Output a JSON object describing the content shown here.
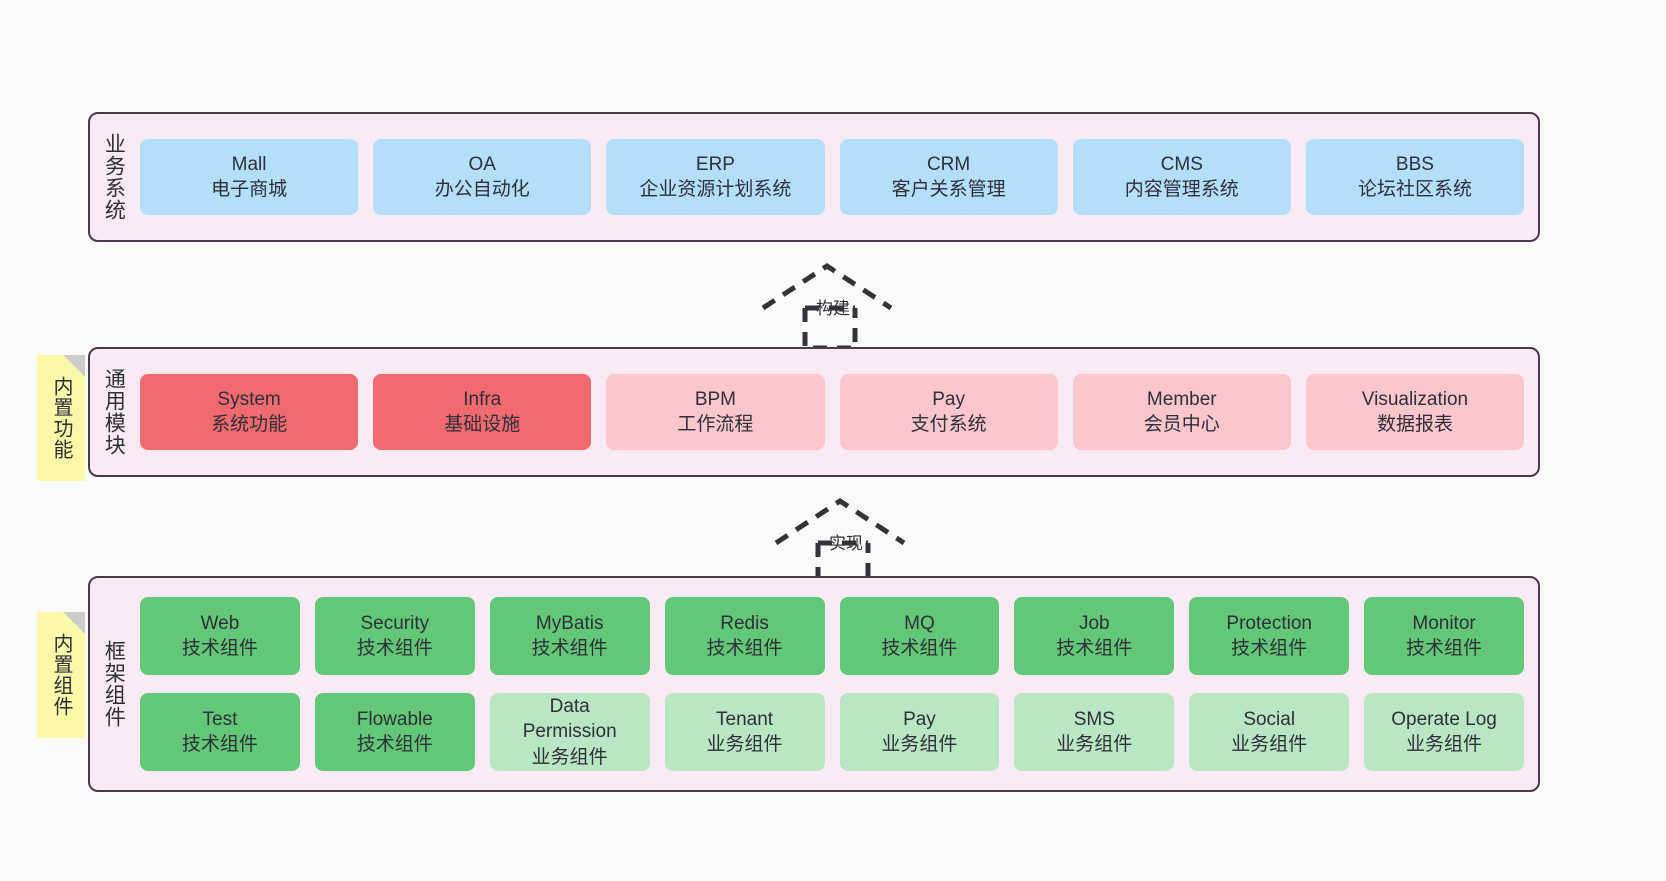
{
  "diagram": {
    "background_color": "#fafafa",
    "container_fill": "#f9eaf4",
    "container_border": "#4a3b4a"
  },
  "sections": {
    "business": {
      "label": "业务系统",
      "cards": [
        {
          "name": "Mall",
          "desc": "电子商城",
          "color": "#b3dffc"
        },
        {
          "name": "OA",
          "desc": "办公自动化",
          "color": "#b3dffc"
        },
        {
          "name": "ERP",
          "desc": "企业资源计划系统",
          "color": "#b3dffc"
        },
        {
          "name": "CRM",
          "desc": "客户关系管理",
          "color": "#b3dffc"
        },
        {
          "name": "CMS",
          "desc": "内容管理系统",
          "color": "#b3dffc"
        },
        {
          "name": "BBS",
          "desc": "论坛社区系统",
          "color": "#b3dffc"
        }
      ]
    },
    "common": {
      "label": "通用模块",
      "note": "内置功能",
      "note_color": "#fbf8a8",
      "cards": [
        {
          "name": "System",
          "desc": "系统功能",
          "color": "#f16a6f"
        },
        {
          "name": "Infra",
          "desc": "基础设施",
          "color": "#f16a6f"
        },
        {
          "name": "BPM",
          "desc": "工作流程",
          "color": "#fcc6cd"
        },
        {
          "name": "Pay",
          "desc": "支付系统",
          "color": "#fcc6cd"
        },
        {
          "name": "Member",
          "desc": "会员中心",
          "color": "#fcc6cd"
        },
        {
          "name": "Visualization",
          "desc": "数据报表",
          "color": "#fcc6cd"
        }
      ]
    },
    "framework": {
      "label": "框架组件",
      "note": "内置组件",
      "note_color": "#fbf8a8",
      "row1": [
        {
          "name": "Web",
          "desc": "技术组件",
          "color": "#62c878"
        },
        {
          "name": "Security",
          "desc": "技术组件",
          "color": "#62c878"
        },
        {
          "name": "MyBatis",
          "desc": "技术组件",
          "color": "#62c878"
        },
        {
          "name": "Redis",
          "desc": "技术组件",
          "color": "#62c878"
        },
        {
          "name": "MQ",
          "desc": "技术组件",
          "color": "#62c878"
        },
        {
          "name": "Job",
          "desc": "技术组件",
          "color": "#62c878"
        },
        {
          "name": "Protection",
          "desc": "技术组件",
          "color": "#62c878"
        },
        {
          "name": "Monitor",
          "desc": "技术组件",
          "color": "#62c878"
        }
      ],
      "row2": [
        {
          "name": "Test",
          "desc": "技术组件",
          "color": "#62c878"
        },
        {
          "name": "Flowable",
          "desc": "技术组件",
          "color": "#62c878"
        },
        {
          "name": "Data Permission",
          "desc": "业务组件",
          "color": "#b9e7c4"
        },
        {
          "name": "Tenant",
          "desc": "业务组件",
          "color": "#b9e7c4"
        },
        {
          "name": "Pay",
          "desc": "业务组件",
          "color": "#b9e7c4"
        },
        {
          "name": "SMS",
          "desc": "业务组件",
          "color": "#b9e7c4"
        },
        {
          "name": "Social",
          "desc": "业务组件",
          "color": "#b9e7c4"
        },
        {
          "name": "Operate Log",
          "desc": "业务组件",
          "color": "#b9e7c4"
        }
      ]
    }
  },
  "connectors": [
    {
      "id": "build",
      "label": "构建",
      "style": "dashed-generalization",
      "direction": "up"
    },
    {
      "id": "implement",
      "label": "实现",
      "style": "dashed-generalization",
      "direction": "up"
    }
  ]
}
